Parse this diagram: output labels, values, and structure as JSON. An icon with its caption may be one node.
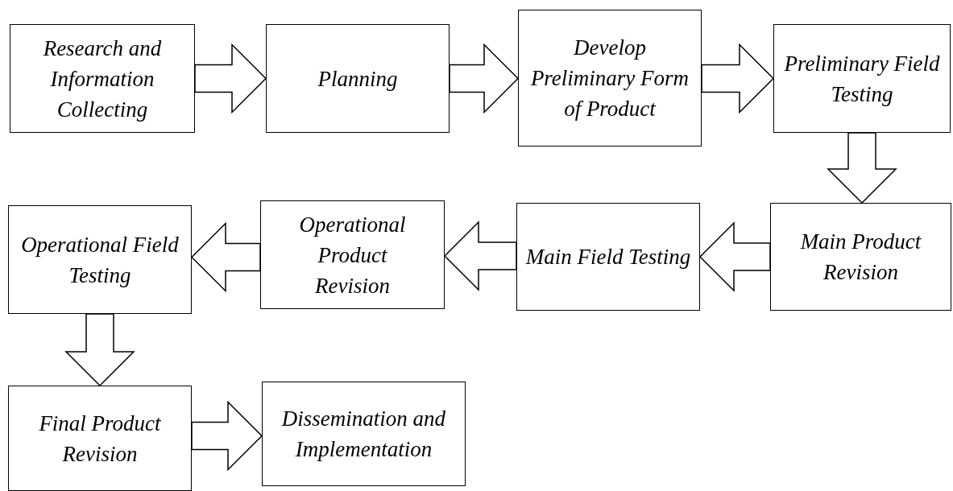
{
  "diagram": {
    "nodes": [
      {
        "text": [
          "Research and Information Collecting"
        ]
      },
      {
        "text": [
          "Planning"
        ]
      },
      {
        "text": [
          "Develop Preliminary Form of Product"
        ]
      },
      {
        "text": [
          "Preliminary Field Testing"
        ]
      },
      {
        "text": [
          "Main Product Revision"
        ]
      },
      {
        "text": [
          "Main Field Testing"
        ]
      },
      {
        "text": [
          "Operational Product Revision"
        ]
      },
      {
        "text": [
          "Operational Field Testing"
        ]
      },
      {
        "text": [
          "Final Product Revision"
        ]
      },
      {
        "text": [
          "Dissemination and Implementation"
        ]
      }
    ],
    "edges": [
      {
        "from": 0,
        "to": 1,
        "arrow": "to"
      },
      {
        "from": 1,
        "to": 2,
        "arrow": "to"
      },
      {
        "from": 2,
        "to": 3,
        "arrow": "to"
      },
      {
        "from": 3,
        "to": 4,
        "arrow": "to"
      },
      {
        "from": 4,
        "to": 5,
        "arrow": "to"
      },
      {
        "from": 5,
        "to": 6,
        "arrow": "to"
      },
      {
        "from": 6,
        "to": 7,
        "arrow": "to"
      },
      {
        "from": 7,
        "to": 8,
        "arrow": "to"
      },
      {
        "from": 8,
        "to": 9,
        "arrow": "to"
      }
    ]
  }
}
